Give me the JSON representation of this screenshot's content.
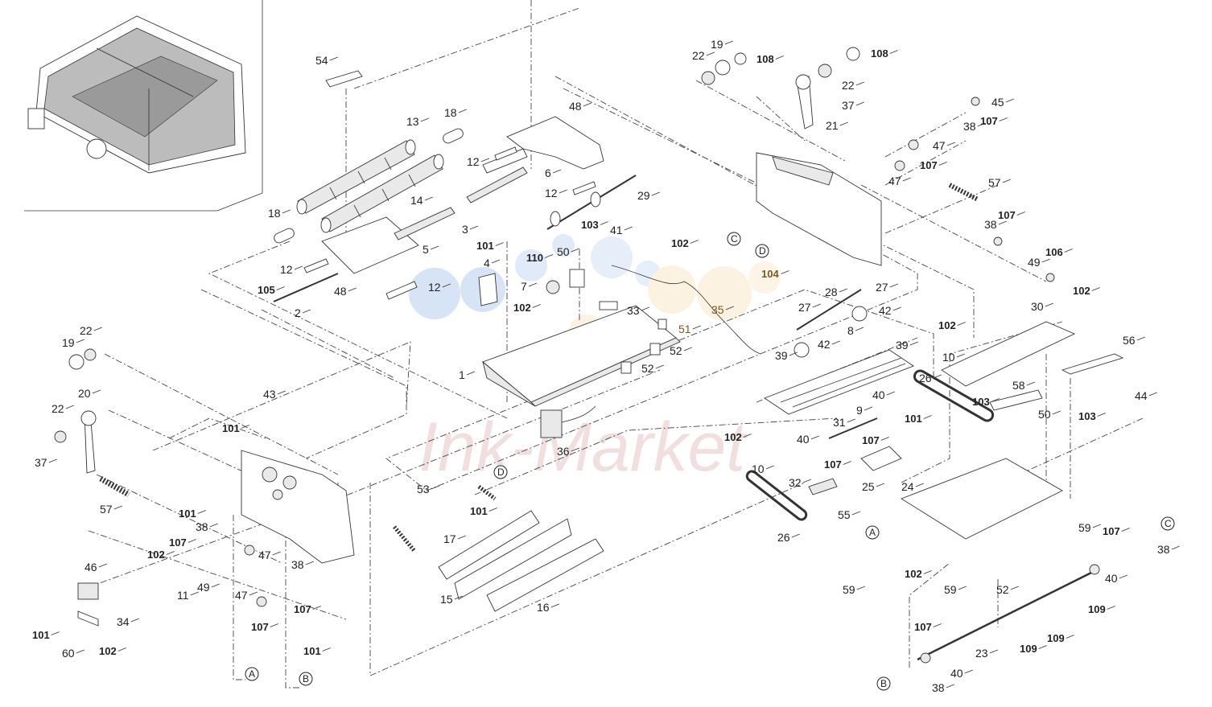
{
  "diagram": {
    "watermark": "Ink-Market",
    "labels": [
      {
        "id": "l54",
        "text": "54"
      },
      {
        "id": "l13",
        "text": "13"
      },
      {
        "id": "l18a",
        "text": "18"
      },
      {
        "id": "l48a",
        "text": "48"
      },
      {
        "id": "l12a",
        "text": "12"
      },
      {
        "id": "l6",
        "text": "6"
      },
      {
        "id": "l12b",
        "text": "12"
      },
      {
        "id": "l29",
        "text": "29"
      },
      {
        "id": "l14",
        "text": "14"
      },
      {
        "id": "l3",
        "text": "3"
      },
      {
        "id": "l18b",
        "text": "18"
      },
      {
        "id": "l5",
        "text": "5"
      },
      {
        "id": "l12c",
        "text": "12"
      },
      {
        "id": "l105",
        "text": "105"
      },
      {
        "id": "l2",
        "text": "2"
      },
      {
        "id": "l48b",
        "text": "48"
      },
      {
        "id": "l12d",
        "text": "12"
      },
      {
        "id": "l101a",
        "text": "101"
      },
      {
        "id": "l4",
        "text": "4"
      },
      {
        "id": "l110",
        "text": "110"
      },
      {
        "id": "l50a",
        "text": "50"
      },
      {
        "id": "l103a",
        "text": "103"
      },
      {
        "id": "l41",
        "text": "41"
      },
      {
        "id": "l102a",
        "text": "102"
      },
      {
        "id": "l7",
        "text": "7"
      },
      {
        "id": "l102b",
        "text": "102"
      },
      {
        "id": "l33",
        "text": "33"
      },
      {
        "id": "l35",
        "text": "35"
      },
      {
        "id": "l51",
        "text": "51"
      },
      {
        "id": "l52a",
        "text": "52"
      },
      {
        "id": "l52b",
        "text": "52"
      },
      {
        "id": "l1",
        "text": "1"
      },
      {
        "id": "l36",
        "text": "36"
      },
      {
        "id": "l22a",
        "text": "22"
      },
      {
        "id": "l19a",
        "text": "19"
      },
      {
        "id": "l108a",
        "text": "108"
      },
      {
        "id": "l108b",
        "text": "108"
      },
      {
        "id": "l22b",
        "text": "22"
      },
      {
        "id": "l37a",
        "text": "37"
      },
      {
        "id": "l21",
        "text": "21"
      },
      {
        "id": "l45",
        "text": "45"
      },
      {
        "id": "l38a",
        "text": "38"
      },
      {
        "id": "l107a",
        "text": "107"
      },
      {
        "id": "l47a",
        "text": "47"
      },
      {
        "id": "l107b",
        "text": "107"
      },
      {
        "id": "l47b",
        "text": "47"
      },
      {
        "id": "l57a",
        "text": "57"
      },
      {
        "id": "l38b",
        "text": "38"
      },
      {
        "id": "l107c",
        "text": "107"
      },
      {
        "id": "l49a",
        "text": "49"
      },
      {
        "id": "l106",
        "text": "106"
      },
      {
        "id": "l104",
        "text": "104"
      },
      {
        "id": "l28",
        "text": "28"
      },
      {
        "id": "l27a",
        "text": "27"
      },
      {
        "id": "l27b",
        "text": "27"
      },
      {
        "id": "l42a",
        "text": "42"
      },
      {
        "id": "l42b",
        "text": "42"
      },
      {
        "id": "l8",
        "text": "8"
      },
      {
        "id": "l39a",
        "text": "39"
      },
      {
        "id": "l39b",
        "text": "39"
      },
      {
        "id": "l102c",
        "text": "102"
      },
      {
        "id": "l10a",
        "text": "10"
      },
      {
        "id": "l102d",
        "text": "102"
      },
      {
        "id": "l30",
        "text": "30"
      },
      {
        "id": "l56",
        "text": "56"
      },
      {
        "id": "l26a",
        "text": "26"
      },
      {
        "id": "l58",
        "text": "58"
      },
      {
        "id": "l9",
        "text": "9"
      },
      {
        "id": "l40a",
        "text": "40"
      },
      {
        "id": "l103b",
        "text": "103"
      },
      {
        "id": "l44",
        "text": "44"
      },
      {
        "id": "l31",
        "text": "31"
      },
      {
        "id": "l101b",
        "text": "101"
      },
      {
        "id": "l107d",
        "text": "107"
      },
      {
        "id": "l103c",
        "text": "103"
      },
      {
        "id": "l50b",
        "text": "50"
      },
      {
        "id": "l102e",
        "text": "102"
      },
      {
        "id": "l10b",
        "text": "10"
      },
      {
        "id": "l40b",
        "text": "40"
      },
      {
        "id": "l107e",
        "text": "107"
      },
      {
        "id": "l25",
        "text": "25"
      },
      {
        "id": "l24",
        "text": "24"
      },
      {
        "id": "l32",
        "text": "32"
      },
      {
        "id": "l55",
        "text": "55"
      },
      {
        "id": "l26b",
        "text": "26"
      },
      {
        "id": "l59a",
        "text": "59"
      },
      {
        "id": "l107f",
        "text": "107"
      },
      {
        "id": "l38c",
        "text": "38"
      },
      {
        "id": "l40c",
        "text": "40"
      },
      {
        "id": "l109a",
        "text": "109"
      },
      {
        "id": "l102f",
        "text": "102"
      },
      {
        "id": "l59b",
        "text": "59"
      },
      {
        "id": "l59c",
        "text": "59"
      },
      {
        "id": "l52c",
        "text": "52"
      },
      {
        "id": "l23",
        "text": "23"
      },
      {
        "id": "l109b",
        "text": "109"
      },
      {
        "id": "l109c",
        "text": "109"
      },
      {
        "id": "l107g",
        "text": "107"
      },
      {
        "id": "l40d",
        "text": "40"
      },
      {
        "id": "l38d",
        "text": "38"
      },
      {
        "id": "l22c",
        "text": "22"
      },
      {
        "id": "l19b",
        "text": "19"
      },
      {
        "id": "l20",
        "text": "20"
      },
      {
        "id": "l22d",
        "text": "22"
      },
      {
        "id": "l37b",
        "text": "37"
      },
      {
        "id": "l57b",
        "text": "57"
      },
      {
        "id": "l43",
        "text": "43"
      },
      {
        "id": "l101c",
        "text": "101"
      },
      {
        "id": "l101d",
        "text": "101"
      },
      {
        "id": "l38e",
        "text": "38"
      },
      {
        "id": "l107h",
        "text": "107"
      },
      {
        "id": "l102g",
        "text": "102"
      },
      {
        "id": "l47c",
        "text": "47"
      },
      {
        "id": "l11",
        "text": "11"
      },
      {
        "id": "l49b",
        "text": "49"
      },
      {
        "id": "l46",
        "text": "46"
      },
      {
        "id": "l34",
        "text": "34"
      },
      {
        "id": "l101e",
        "text": "101"
      },
      {
        "id": "l60",
        "text": "60"
      },
      {
        "id": "l102h",
        "text": "102"
      },
      {
        "id": "l38f",
        "text": "38"
      },
      {
        "id": "l107i",
        "text": "107"
      },
      {
        "id": "l47d",
        "text": "47"
      },
      {
        "id": "l107j",
        "text": "107"
      },
      {
        "id": "l101f",
        "text": "101"
      },
      {
        "id": "l53",
        "text": "53"
      },
      {
        "id": "l101g",
        "text": "101"
      },
      {
        "id": "l17",
        "text": "17"
      },
      {
        "id": "l15",
        "text": "15"
      },
      {
        "id": "l16",
        "text": "16"
      }
    ],
    "callouts": [
      {
        "id": "cA1",
        "text": "A"
      },
      {
        "id": "cB1",
        "text": "B"
      },
      {
        "id": "cC1",
        "text": "C"
      },
      {
        "id": "cD1",
        "text": "D"
      },
      {
        "id": "cD2",
        "text": "D"
      },
      {
        "id": "cA2",
        "text": "A"
      },
      {
        "id": "cC2",
        "text": "C"
      },
      {
        "id": "cB2",
        "text": "B"
      }
    ]
  }
}
